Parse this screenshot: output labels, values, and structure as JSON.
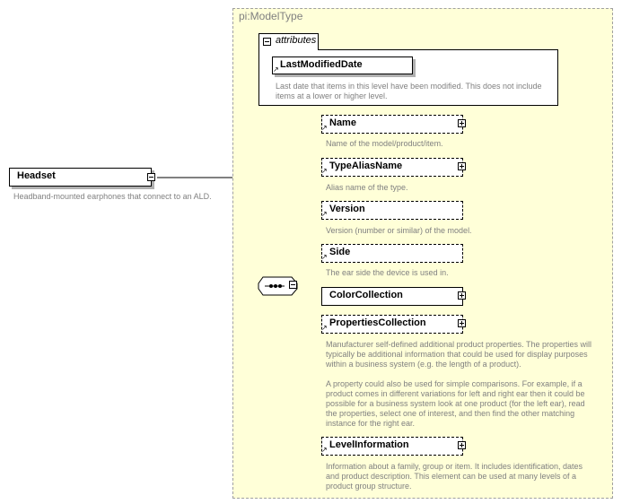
{
  "root": {
    "name": "Headset",
    "description": "Headband-mounted earphones that connect to an ALD."
  },
  "type": {
    "name": "pi:ModelType"
  },
  "attributes": {
    "label": "attributes",
    "items": [
      {
        "name": "LastModifiedDate",
        "description": "Last date that items in this level have been modified. This does not include\nitems at a lower or higher level."
      }
    ]
  },
  "elements": [
    {
      "name": "Name",
      "description": "Name of the model/product/item."
    },
    {
      "name": "TypeAliasName",
      "description": "Alias name of the type."
    },
    {
      "name": "Version",
      "description": "Version (number or similar) of the model."
    },
    {
      "name": "Side",
      "description": "The ear side the device is used in."
    },
    {
      "name": "ColorCollection",
      "description": ""
    },
    {
      "name": "PropertiesCollection",
      "description": "Manufacturer self-defined additional product properties.  The properties will\ntypically be additional information that could be used for display purposes\nwithin a business system (e.g. the length of a product).\n\nA property could also be used for simple comparisons.  For example, if a\nproduct comes in different variations for left and right ear then it could be\npossible for a business system look at one product (for the left ear), read\nthe properties, select one of interest, and then find the other matching\ninstance for the right ear."
    },
    {
      "name": "LevelInformation",
      "description": "Information about a family, group or item. It includes identification, dates\nand product description. This element can be used at many levels of a\nproduct group structure."
    }
  ]
}
